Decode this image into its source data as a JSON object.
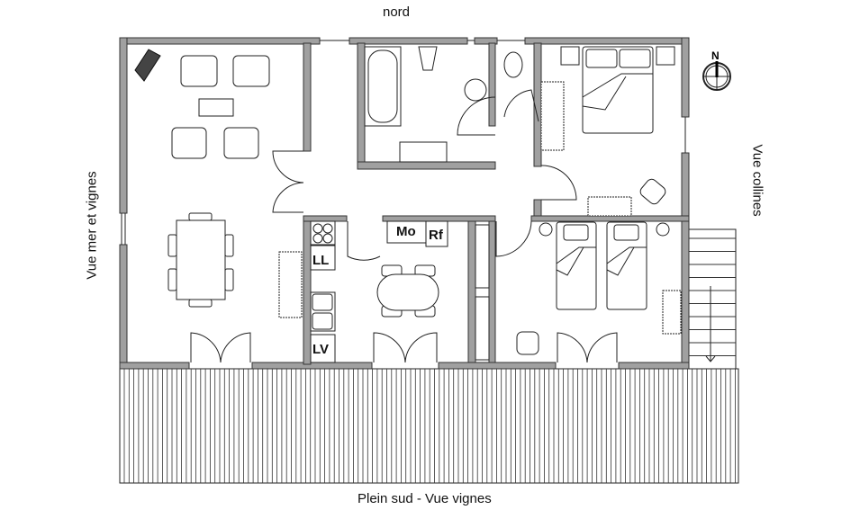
{
  "labels": {
    "north": "nord",
    "south": "Plein sud - Vue vignes",
    "west": "Vue mer et vignes",
    "east": "Vue collines",
    "compass": "N"
  },
  "appliances": {
    "microwave": "Mo",
    "fridge": "Rf",
    "dishwasher": "LL",
    "washing_machine": "LV"
  }
}
